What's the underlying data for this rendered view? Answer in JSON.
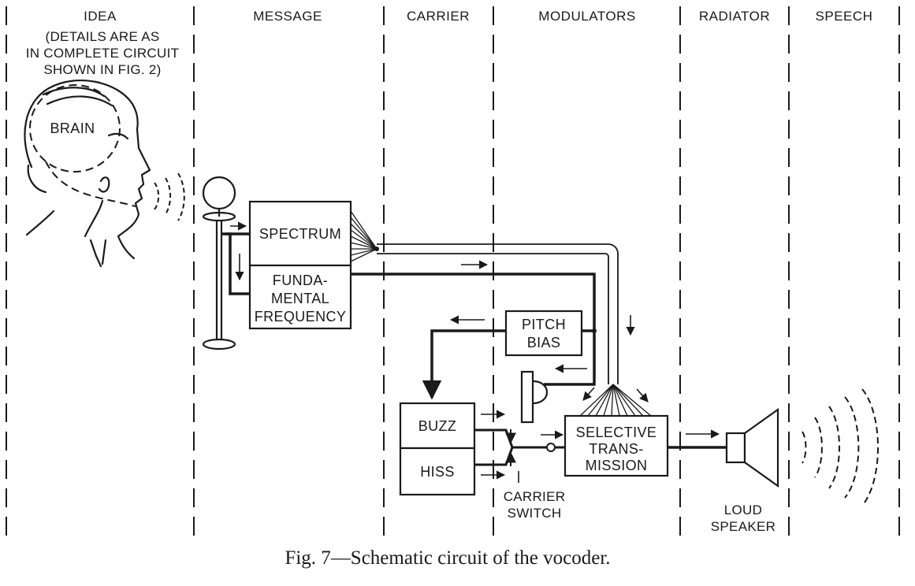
{
  "columns": {
    "idea": "IDEA",
    "message": "MESSAGE",
    "carrier": "CARRIER",
    "modulators": "MODULATORS",
    "radiator": "RADIATOR",
    "speech": "SPEECH"
  },
  "note_lines": [
    "(DETAILS ARE AS",
    "IN COMPLETE CIRCUIT",
    "SHOWN IN FIG. 2)"
  ],
  "brain_label": "BRAIN",
  "boxes": {
    "spectrum": "SPECTRUM",
    "fundamental": [
      "FUNDA-",
      "MENTAL",
      "FREQUENCY"
    ],
    "pitch_bias": [
      "PITCH",
      "BIAS"
    ],
    "buzz": "BUZZ",
    "hiss": "HISS",
    "selective": [
      "SELECTIVE",
      "TRANS-",
      "MISSION"
    ]
  },
  "carrier_switch": [
    "CARRIER",
    "SWITCH"
  ],
  "loud_speaker": [
    "LOUD",
    "SPEAKER"
  ],
  "caption": "Fig. 7—Schematic circuit of the vocoder."
}
